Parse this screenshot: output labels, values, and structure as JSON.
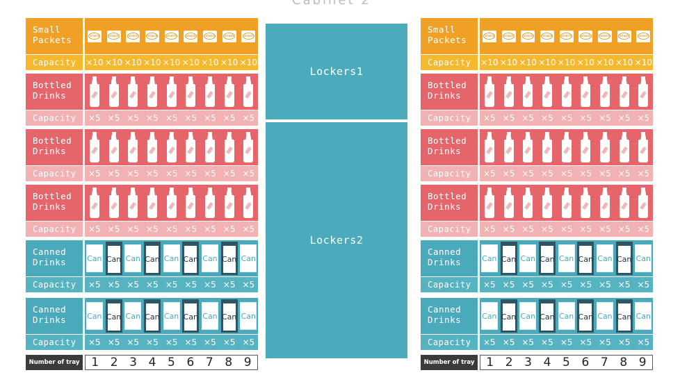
{
  "header_partial": "Cabinet 2",
  "colors": {
    "snack_dark": "#f0a024",
    "snack_light": "#f6b82c",
    "bottle_dark": "#e6656a",
    "bottle_light": "#f2b1b3",
    "can_dark": "#4aa9ba",
    "can_light": "#55b3c2",
    "locker": "#4baabb"
  },
  "rows": [
    {
      "type": "snack",
      "label": "Small\nPackets",
      "capacity_label": "Capacity",
      "slot_text": "Snack",
      "capacity_values": [
        "×10",
        "×10",
        "×10",
        "×10",
        "×10",
        "×10",
        "×10",
        "×10",
        "×10"
      ]
    },
    {
      "type": "bottle",
      "label": "Bottled\nDrinks",
      "capacity_label": "Capacity",
      "capacity_values": [
        "×5",
        "×5",
        "×5",
        "×5",
        "×5",
        "×5",
        "×5",
        "×5",
        "×5"
      ]
    },
    {
      "type": "bottle",
      "label": "Bottled\nDrinks",
      "capacity_label": "Capacity",
      "capacity_values": [
        "×5",
        "×5",
        "×5",
        "×5",
        "×5",
        "×5",
        "×5",
        "×5",
        "×5"
      ]
    },
    {
      "type": "bottle",
      "label": "Bottled\nDrinks",
      "capacity_label": "Capacity",
      "capacity_values": [
        "×5",
        "×5",
        "×5",
        "×5",
        "×5",
        "×5",
        "×5",
        "×5",
        "×5"
      ]
    },
    {
      "type": "can",
      "label": "Canned\nDrinks",
      "capacity_label": "Capacity",
      "slot_text": "Can",
      "capacity_values": [
        "×5",
        "×5",
        "×5",
        "×5",
        "×5",
        "×5",
        "×5",
        "×5",
        "×5"
      ]
    },
    {
      "type": "can",
      "label": "Canned\nDrinks",
      "capacity_label": "Capacity",
      "slot_text": "Can",
      "capacity_values": [
        "×5",
        "×5",
        "×5",
        "×5",
        "×5",
        "×5",
        "×5",
        "×5",
        "×5"
      ]
    }
  ],
  "lockers": [
    "Lockers1",
    "Lockers2"
  ],
  "tray": {
    "label": "Number of tray",
    "numbers": [
      "1",
      "2",
      "3",
      "4",
      "5",
      "6",
      "7",
      "8",
      "9"
    ]
  }
}
